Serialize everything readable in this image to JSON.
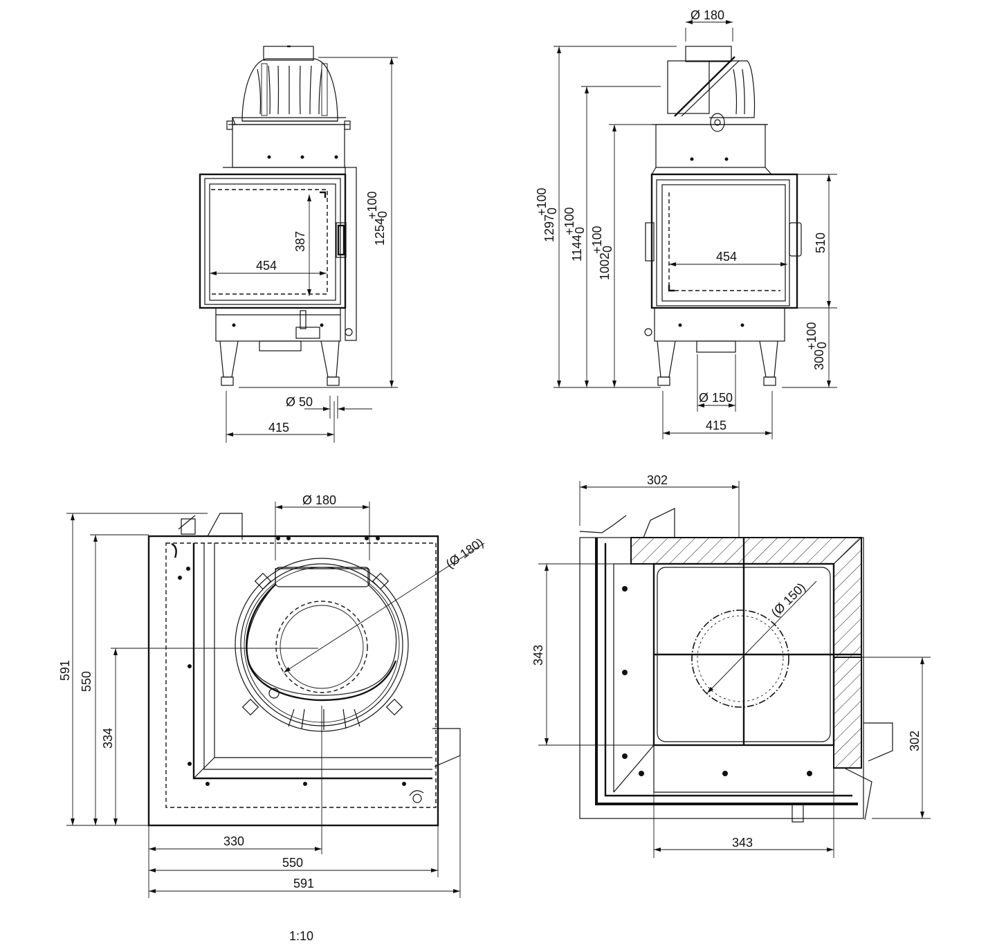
{
  "scale": "1:10",
  "front_view": {
    "flue_diameter": "Ø 50",
    "width_415": "415",
    "width_454": "454",
    "height_387": "387",
    "total_height_base": "1254",
    "total_height_tol_upper": "+100",
    "total_height_tol_lower": "0"
  },
  "side_view": {
    "flue_diameter_top": "Ø 180",
    "inlet_diameter": "Ø 150",
    "width_415": "415",
    "width_454": "454",
    "height_510": "510",
    "h1297_base": "1297",
    "h1297_tol_upper": "+100",
    "h1297_tol_lower": "0",
    "h1144_base": "1144",
    "h1144_tol_upper": "+100",
    "h1144_tol_lower": "0",
    "h1002_base": "1002",
    "h1002_tol_upper": "+100",
    "h1002_tol_lower": "0",
    "h300_base": "300",
    "h300_tol_upper": "+100",
    "h300_tol_lower": "0"
  },
  "top_view": {
    "flue_diameter": "Ø 180",
    "flue_diameter_alt": "(Ø 180)",
    "dim_591_v": "591",
    "dim_550_v": "550",
    "dim_334_v": "334",
    "dim_330_h": "330",
    "dim_550_h": "550",
    "dim_591_h": "591"
  },
  "bottom_view": {
    "inlet_diameter_alt": "(Ø 150)",
    "dim_302_top": "302",
    "dim_343_v": "343",
    "dim_302_v": "302",
    "dim_343_h": "343"
  }
}
